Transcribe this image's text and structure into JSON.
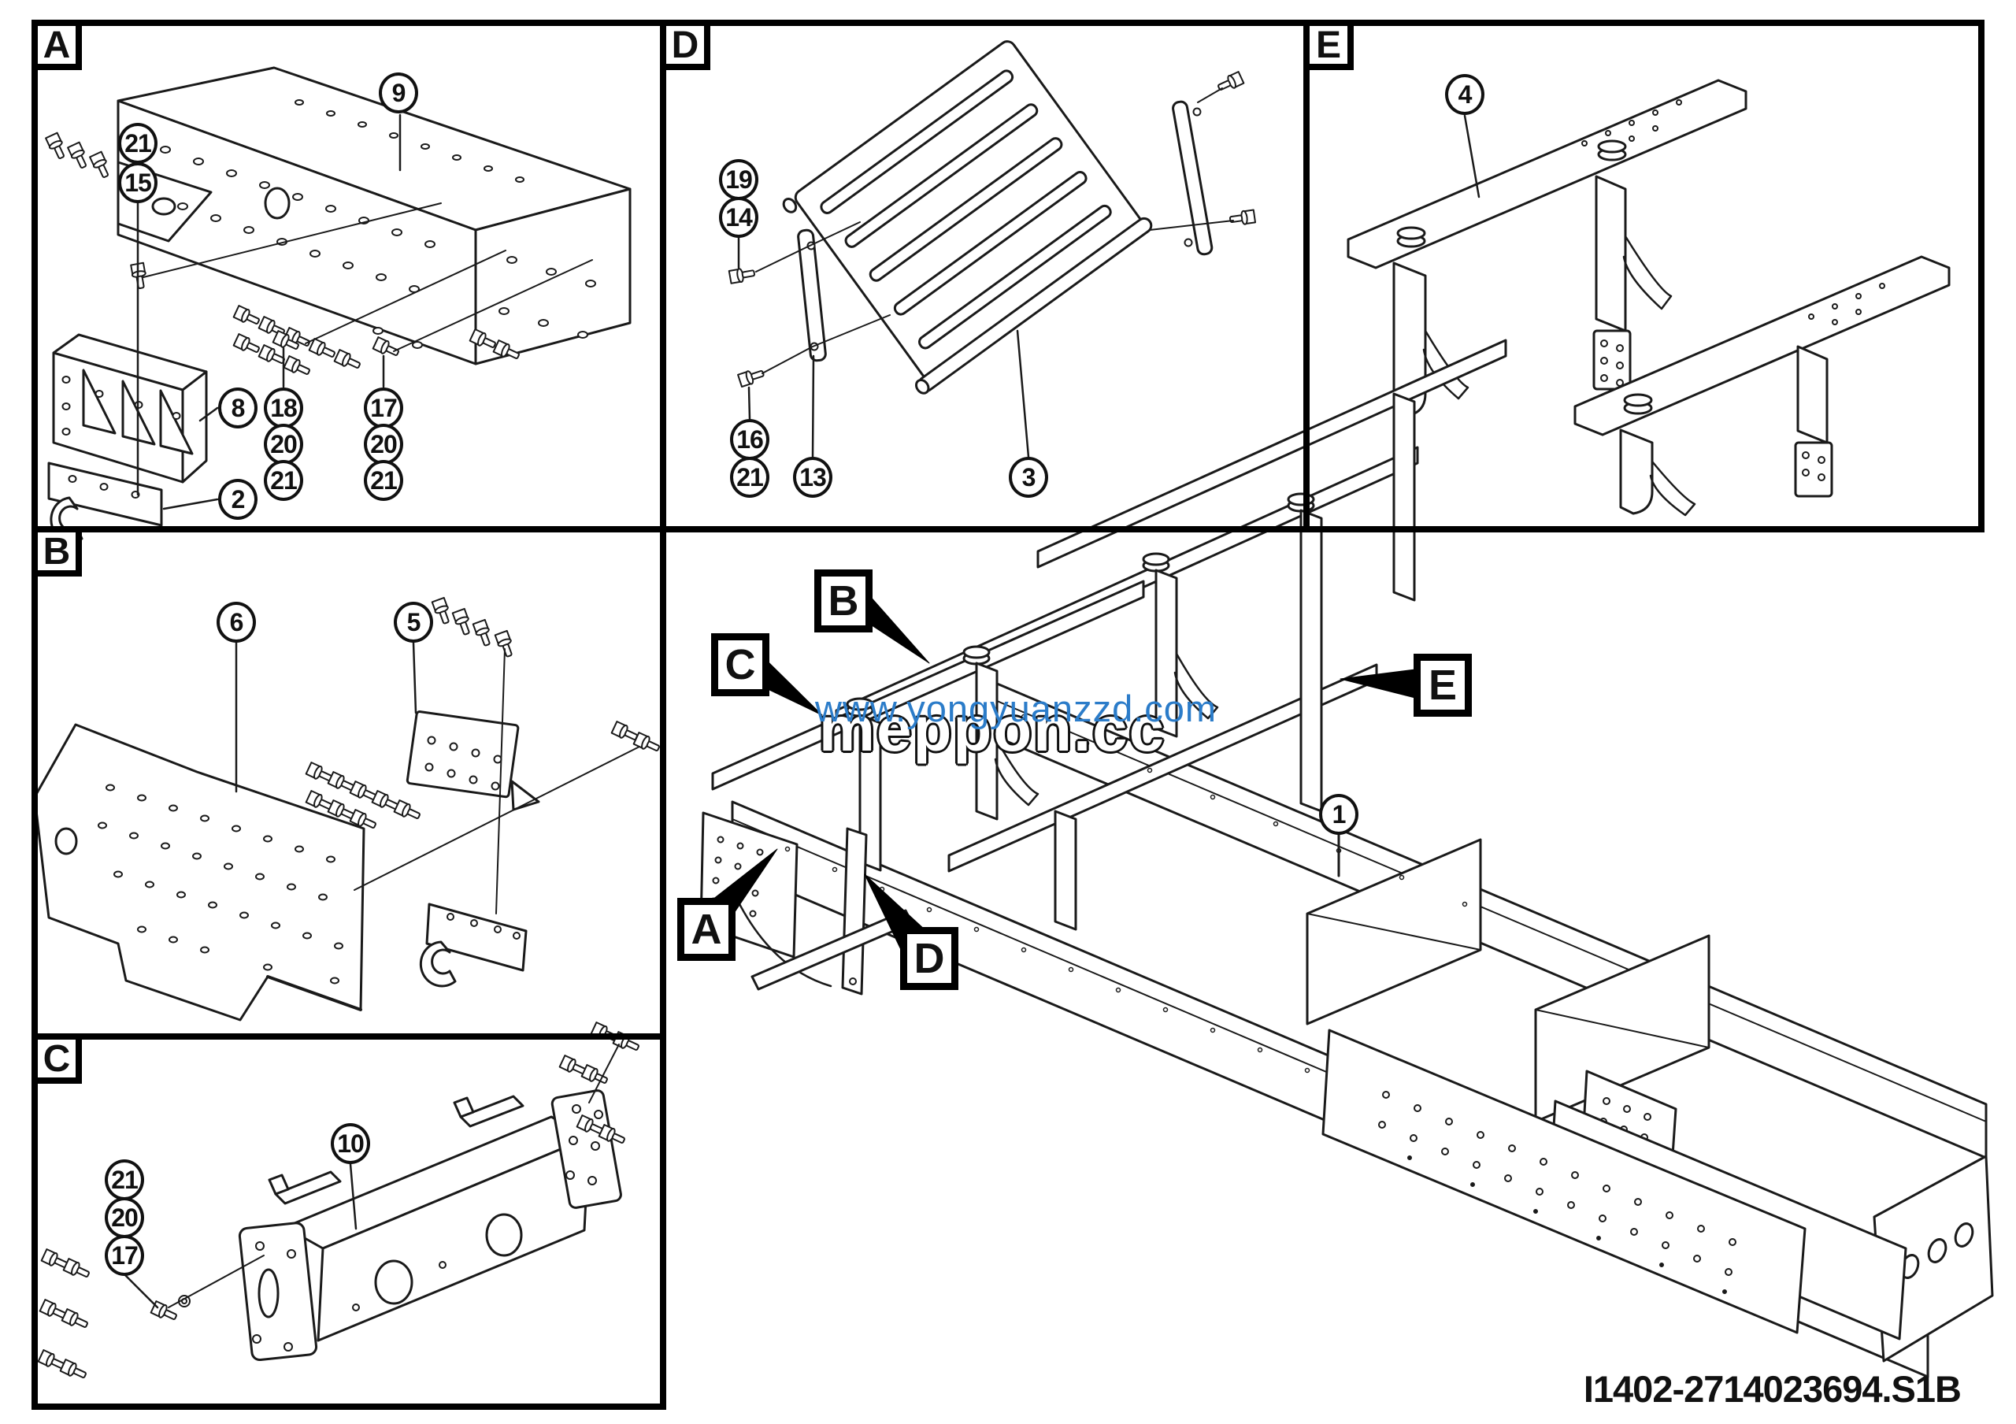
{
  "document": {
    "part_code": "I1402-2714023694.S1B"
  },
  "watermark": {
    "url_text": "www.yongyuanzzd.com",
    "brand_text": "meppon.cc",
    "url_color": "#2b7cc9"
  },
  "panels": {
    "A": {
      "letter": "A",
      "callouts": [
        "9",
        "21",
        "15",
        "8",
        "18",
        "20",
        "21",
        "17",
        "20",
        "21",
        "2"
      ]
    },
    "B": {
      "letter": "B",
      "callouts": [
        "6",
        "5"
      ]
    },
    "C": {
      "letter": "C",
      "callouts": [
        "10",
        "21",
        "20",
        "17"
      ]
    },
    "D": {
      "letter": "D",
      "callouts": [
        "19",
        "14",
        "16",
        "21",
        "13",
        "3"
      ]
    },
    "E": {
      "letter": "E",
      "callouts": [
        "4"
      ]
    }
  },
  "main_view": {
    "callouts": [
      "1"
    ],
    "ref_labels": [
      "B",
      "C",
      "E",
      "A",
      "D"
    ]
  }
}
